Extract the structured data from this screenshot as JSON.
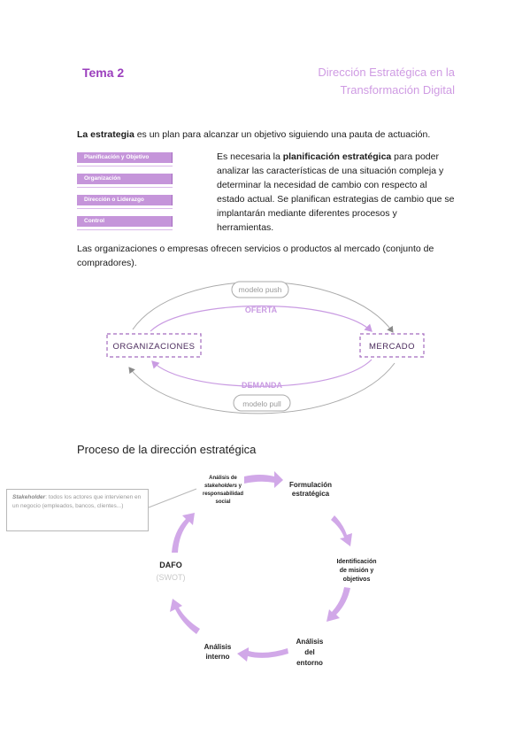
{
  "header": {
    "tema": "Tema 2",
    "title_line1": "Dirección Estratégica en la",
    "title_line2": "Transformación Digital"
  },
  "intro": {
    "bold": "La estrategia",
    "rest": " es un plan para alcanzar un objetivo siguiendo una pauta de actuación."
  },
  "tags": [
    "Planificación y Objetivo",
    "Organización",
    "Dirección o Liderazgo",
    "Control"
  ],
  "explain": {
    "part1": "Es necesaria la ",
    "bold": "planificación estratégica",
    "part2": " para poder analizar las características de una situación compleja y determinar la necesidad de cambio con respecto al estado actual. Se planifican estrategias de cambio que se implantarán mediante diferentes procesos y herramientas."
  },
  "orgs_text": "Las organizaciones o empresas ofrecen servicios o productos al mercado (conjunto de compradores).",
  "market_diagram": {
    "left_box": "ORGANIZACIONES",
    "right_box": "MERCADO",
    "top_flow": "OFERTA",
    "bottom_flow": "DEMANDA",
    "top_pill": "modelo push",
    "bottom_pill": "modelo pull"
  },
  "section_title": "Proceso de la dirección estratégica",
  "stakeholder_note": {
    "term": "Stakeholder",
    "text": ": todos los actores que intervienen en un negocio (empleados, bancos, clientes...)"
  },
  "cycle": {
    "analisis_line1": "Análisis de",
    "analisis_italic": "stakeholders",
    "analisis_line2": " y",
    "analisis_line3": "responsabilidad",
    "analisis_line4": "social",
    "formulacion_line1": "Formulación",
    "formulacion_line2": "estratégica",
    "identificacion_line1": "Identificación",
    "identificacion_line2": "de misión y",
    "identificacion_line3": "objetivos",
    "entorno_line1": "Análisis",
    "entorno_line2": "del",
    "entorno_line3": "entorno",
    "interno_line1": "Análisis",
    "interno_line2": "interno",
    "dafo": "DAFO",
    "swot": "(SWOT)"
  },
  "colors": {
    "accent": "#9b3fbd",
    "light_accent": "#cf9be3",
    "tag_fill": "#c595da",
    "arrow_fill": "#d1a8e8"
  }
}
